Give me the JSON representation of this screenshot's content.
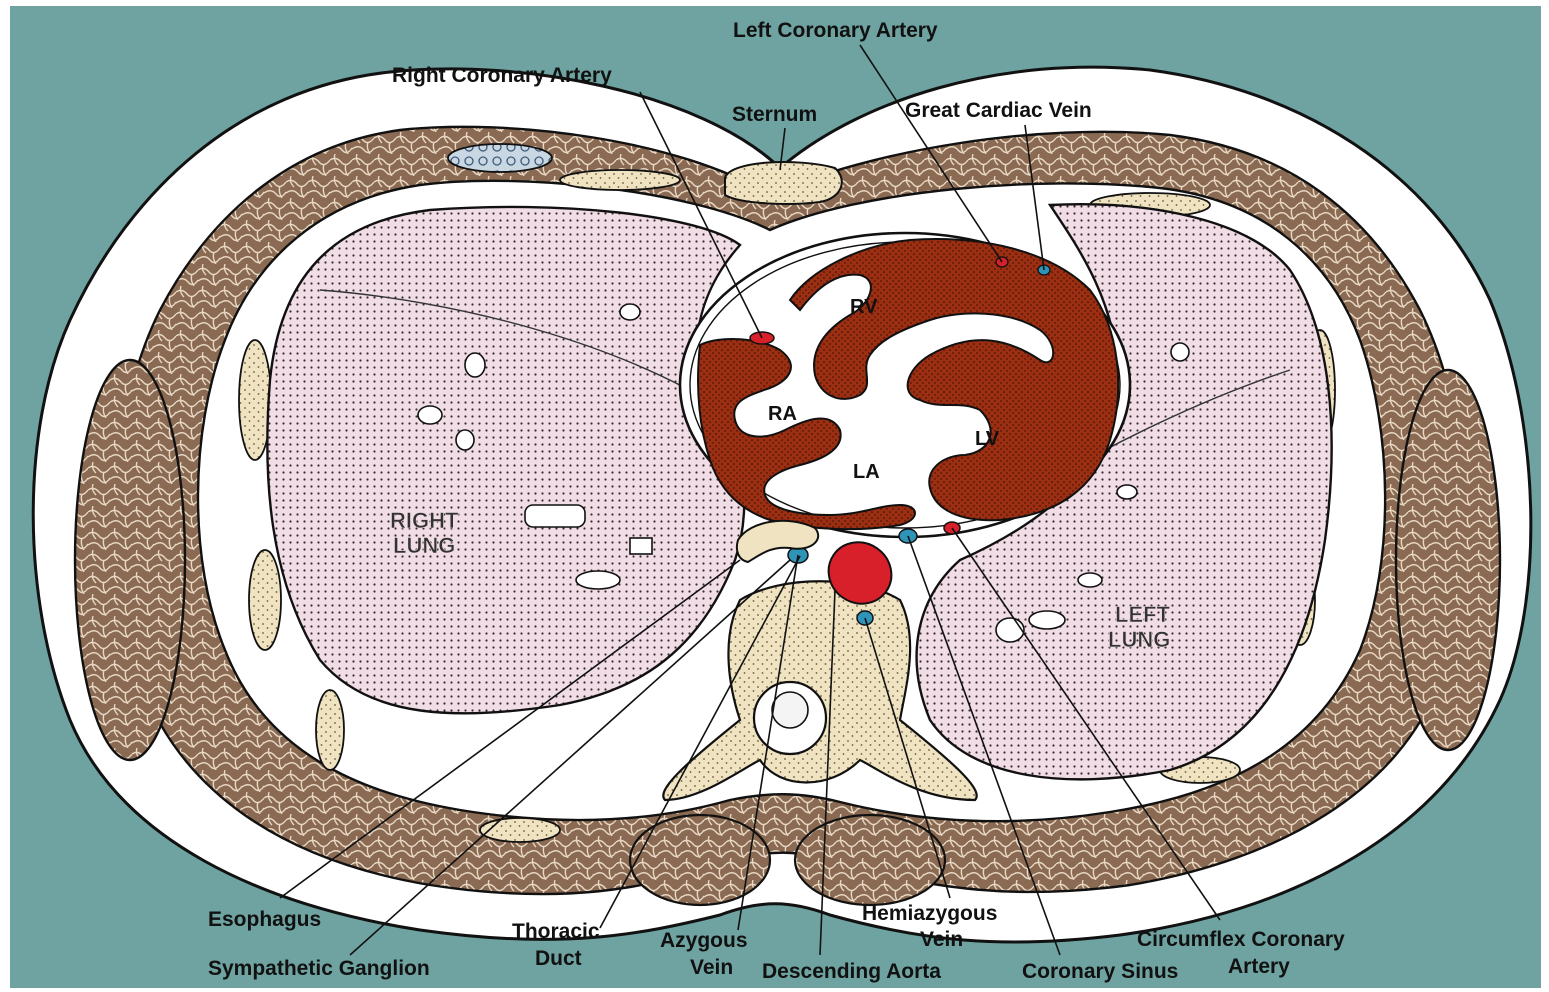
{
  "colors": {
    "background": "#6fa3a1",
    "body_outline": "#111111",
    "skin_fat": "#ffffff",
    "muscle": "#8a6a52",
    "lung": "#f1dde5",
    "bone": "#efe3c1",
    "myocardium": "#9c2e12",
    "artery": "#d8202b",
    "vein": "#2f95b8"
  },
  "labels": {
    "right_coronary_artery": "Right Coronary Artery",
    "left_coronary_artery": "Left Coronary Artery",
    "sternum": "Sternum",
    "great_cardiac_vein": "Great Cardiac Vein",
    "rv": "RV",
    "ra": "RA",
    "la": "LA",
    "lv": "LV",
    "right_lung_1": "RIGHT",
    "right_lung_2": "LUNG",
    "left_lung_1": "LEFT",
    "left_lung_2": "LUNG",
    "esophagus": "Esophagus",
    "sympathetic_ganglion": "Sympathetic Ganglion",
    "thoracic_duct_1": "Thoracic",
    "thoracic_duct_2": "Duct",
    "azygous_vein_1": "Azygous",
    "azygous_vein_2": "Vein",
    "descending_aorta": "Descending Aorta",
    "hemiazygous_vein_1": "Hemiazygous",
    "hemiazygous_vein_2": "Vein",
    "coronary_sinus": "Coronary Sinus",
    "circumflex_1": "Circumflex Coronary",
    "circumflex_2": "Artery"
  }
}
